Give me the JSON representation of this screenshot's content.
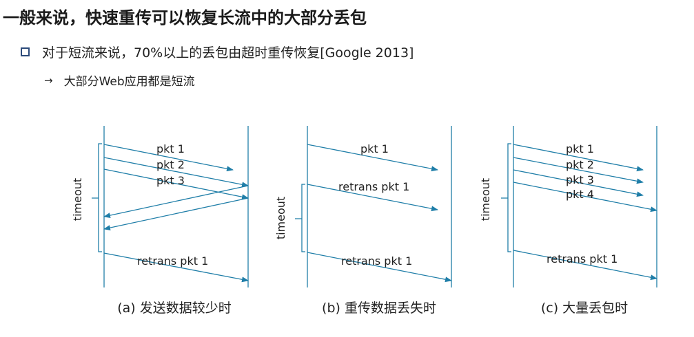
{
  "slide": {
    "title": "一般来说，快速重传可以恢复长流中的大部分丢包",
    "bullet": "对于短流来说，70%以上的丢包由超时重传恢复[Google 2013]",
    "sub_arrow": "→",
    "sub_bullet": "大部分Web应用都是短流"
  },
  "colors": {
    "line": "#1f7ea8",
    "bracket": "#1f7ea8",
    "text": "#222222"
  },
  "diagrams": {
    "a": {
      "timeout": "timeout",
      "labels": [
        "pkt 1",
        "pkt 2",
        "pkt 3"
      ],
      "retrans": "retrans pkt 1",
      "caption": "(a) 发送数据较少时"
    },
    "b": {
      "timeout": "timeout",
      "pkt": "pkt 1",
      "retrans1": "retrans pkt 1",
      "retrans2": "retrans pkt 1",
      "caption": "(b) 重传数据丢失时"
    },
    "c": {
      "timeout": "timeout",
      "labels": [
        "pkt 1",
        "pkt 2",
        "pkt 3",
        "pkt 4"
      ],
      "retrans": "retrans pkt 1",
      "caption": "(c) 大量丢包时"
    }
  }
}
